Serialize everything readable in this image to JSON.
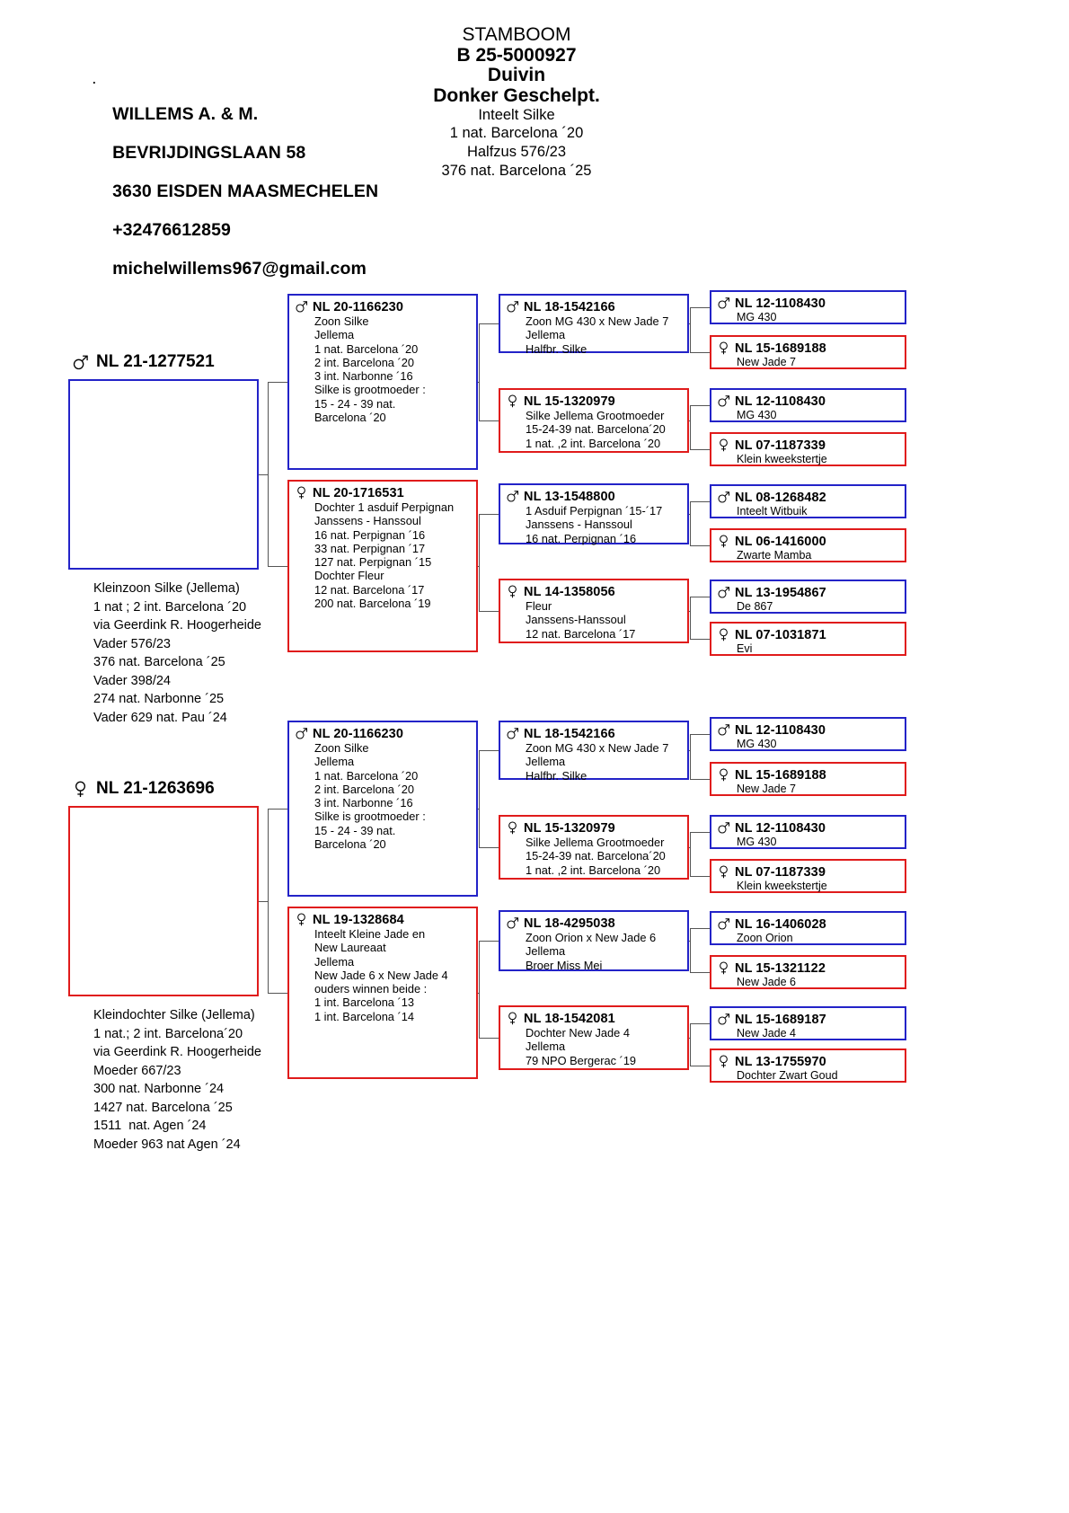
{
  "header": {
    "address": {
      "dot": ".",
      "lines": [
        "WILLEMS A. & M.",
        "BEVRIJDINGSLAAN 58",
        "3630 EISDEN MAASMECHELEN",
        "+32476612859",
        "michelwillems967@gmail.com"
      ]
    },
    "title": {
      "line1": "STAMBOOM",
      "line2": "B 25-5000927",
      "line3": "Duivin",
      "line4": "Donker Geschelpt.",
      "line5": "Inteelt Silke",
      "line6": "1 nat. Barcelona ´20",
      "line7": "Halfzus 576/23",
      "line8": "376 nat. Barcelona ´25"
    }
  },
  "colors": {
    "male": "#2323c8",
    "female": "#e01b1b",
    "line": "#555555",
    "text": "#000000"
  },
  "pedigrees": [
    {
      "id": "pedigree-top",
      "root": {
        "sex": "male",
        "ring": "NL 21-1277521",
        "note": [
          "Kleinzoon Silke (Jellema)",
          "1 nat ; 2 int. Barcelona ´20",
          "via Geerdink R. Hoogerheide",
          "Vader 576/23",
          "376 nat. Barcelona ´25",
          "Vader 398/24",
          "274 nat. Narbonne ´25",
          "Vader 629 nat. Pau ´24"
        ]
      },
      "gen2": [
        {
          "sex": "male",
          "ring": "NL 20-1166230",
          "lines": [
            "Zoon Silke",
            "Jellema",
            "1 nat. Barcelona ´20",
            "2 int. Barcelona ´20",
            "3 int. Narbonne ´16",
            "Silke is grootmoeder :",
            "15 - 24 - 39 nat.",
            "Barcelona ´20"
          ]
        },
        {
          "sex": "female",
          "ring": "NL 20-1716531",
          "lines": [
            "Dochter 1 asduif Perpignan",
            "Janssens - Hanssoul",
            "16 nat. Perpignan ´16",
            "33 nat. Perpignan ´17",
            "127 nat. Perpignan ´15",
            "Dochter Fleur",
            "12 nat. Barcelona ´17",
            "200 nat. Barcelona ´19"
          ]
        }
      ],
      "gen3": [
        {
          "sex": "male",
          "ring": "NL 18-1542166",
          "lines": [
            "Zoon MG 430 x New Jade 7",
            "Jellema",
            "Halfbr. Silke"
          ]
        },
        {
          "sex": "female",
          "ring": "NL 15-1320979",
          "lines": [
            "Silke Jellema Grootmoeder",
            "15-24-39 nat. Barcelona´20",
            "1 nat. ,2 int. Barcelona ´20"
          ]
        },
        {
          "sex": "male",
          "ring": "NL 13-1548800",
          "lines": [
            "1 Asduif Perpignan ´15-´17",
            "Janssens - Hanssoul",
            "16 nat. Perpignan ´16"
          ]
        },
        {
          "sex": "female",
          "ring": "NL 14-1358056",
          "lines": [
            "Fleur",
            "Janssens-Hanssoul",
            "12 nat. Barcelona ´17"
          ]
        }
      ],
      "gen4": [
        {
          "sex": "male",
          "ring": "NL 12-1108430",
          "lines": [
            "MG 430"
          ]
        },
        {
          "sex": "female",
          "ring": "NL 15-1689188",
          "lines": [
            "New Jade 7"
          ]
        },
        {
          "sex": "male",
          "ring": "NL 12-1108430",
          "lines": [
            "MG 430"
          ]
        },
        {
          "sex": "female",
          "ring": "NL 07-1187339",
          "lines": [
            "Klein kweekstertje"
          ]
        },
        {
          "sex": "male",
          "ring": "NL 08-1268482",
          "lines": [
            "Inteelt Witbuik"
          ]
        },
        {
          "sex": "female",
          "ring": "NL 06-1416000",
          "lines": [
            "Zwarte Mamba"
          ]
        },
        {
          "sex": "male",
          "ring": "NL 13-1954867",
          "lines": [
            "De 867"
          ]
        },
        {
          "sex": "female",
          "ring": "NL 07-1031871",
          "lines": [
            "Evi"
          ]
        }
      ]
    },
    {
      "id": "pedigree-bottom",
      "root": {
        "sex": "female",
        "ring": "NL 21-1263696",
        "note": [
          "Kleindochter Silke (Jellema)",
          "1 nat.; 2 int. Barcelona´20",
          "via Geerdink R. Hoogerheide",
          "Moeder 667/23",
          "300 nat. Narbonne ´24",
          "1427 nat. Barcelona ´25",
          "1511  nat. Agen ´24",
          "Moeder 963 nat Agen ´24"
        ]
      },
      "gen2": [
        {
          "sex": "male",
          "ring": "NL 20-1166230",
          "lines": [
            "Zoon Silke",
            "Jellema",
            "1 nat. Barcelona ´20",
            "2 int. Barcelona ´20",
            "3 int. Narbonne ´16",
            "Silke is grootmoeder :",
            "15 - 24 - 39 nat.",
            "Barcelona ´20"
          ]
        },
        {
          "sex": "female",
          "ring": "NL 19-1328684",
          "lines": [
            "Inteelt Kleine Jade en",
            "New Laureaat",
            "Jellema",
            "New Jade 6 x New Jade 4",
            "ouders winnen beide :",
            "1 int. Barcelona ´13",
            "1 int. Barcelona ´14"
          ]
        }
      ],
      "gen3": [
        {
          "sex": "male",
          "ring": "NL 18-1542166",
          "lines": [
            "Zoon MG 430 x New Jade 7",
            "Jellema",
            "Halfbr. Silke"
          ]
        },
        {
          "sex": "female",
          "ring": "NL 15-1320979",
          "lines": [
            "Silke Jellema Grootmoeder",
            "15-24-39 nat. Barcelona´20",
            "1 nat. ,2 int. Barcelona ´20"
          ]
        },
        {
          "sex": "male",
          "ring": "NL 18-4295038",
          "lines": [
            "Zoon Orion x New Jade 6",
            "Jellema",
            "Broer Miss Mei"
          ]
        },
        {
          "sex": "female",
          "ring": "NL 18-1542081",
          "lines": [
            "Dochter New Jade 4",
            "Jellema",
            "79 NPO Bergerac ´19"
          ]
        }
      ],
      "gen4": [
        {
          "sex": "male",
          "ring": "NL 12-1108430",
          "lines": [
            "MG 430"
          ]
        },
        {
          "sex": "female",
          "ring": "NL 15-1689188",
          "lines": [
            "New Jade 7"
          ]
        },
        {
          "sex": "male",
          "ring": "NL 12-1108430",
          "lines": [
            "MG 430"
          ]
        },
        {
          "sex": "female",
          "ring": "NL 07-1187339",
          "lines": [
            "Klein kweekstertje"
          ]
        },
        {
          "sex": "male",
          "ring": "NL 16-1406028",
          "lines": [
            "Zoon Orion"
          ]
        },
        {
          "sex": "female",
          "ring": "NL 15-1321122",
          "lines": [
            "New Jade 6"
          ]
        },
        {
          "sex": "male",
          "ring": "NL 15-1689187",
          "lines": [
            "New Jade 4"
          ]
        },
        {
          "sex": "female",
          "ring": "NL 13-1755970",
          "lines": [
            "Dochter Zwart Goud"
          ]
        }
      ]
    }
  ]
}
